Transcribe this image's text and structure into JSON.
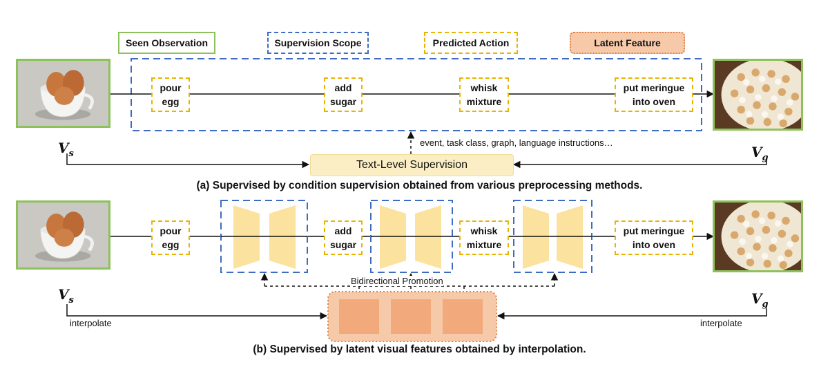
{
  "legend": {
    "seen": "Seen Observation",
    "scope": "Supervision Scope",
    "action": "Predicted Action",
    "latent": "Latent Feature"
  },
  "actions": [
    {
      "line1": "pour",
      "line2": "egg"
    },
    {
      "line1": "add",
      "line2": "sugar"
    },
    {
      "line1": "whisk",
      "line2": "mixture"
    },
    {
      "line1": "put meringue",
      "line2": "into oven"
    }
  ],
  "panel_a": {
    "conditions": "event, task class, graph, language instructions…",
    "supervision": "Text-Level Supervision",
    "caption": "(a) Supervised by condition supervision obtained from various preprocessing methods."
  },
  "panel_b": {
    "promotion": "Bidirectional Promotion",
    "interpolate_left": "interpolate",
    "interpolate_right": "interpolate",
    "caption": "(b) Supervised by latent visual features obtained by interpolation."
  },
  "labels": {
    "start_base": "V",
    "start_sub": "s",
    "goal_base": "V",
    "goal_sub": "g"
  },
  "colors": {
    "seen": "#8dc25a",
    "scope": "#3e6cc0",
    "action": "#e8b400",
    "latent_fill": "#f6c9a9",
    "latent_block": "#f2a97c",
    "trapezoid": "#fbe29e"
  }
}
